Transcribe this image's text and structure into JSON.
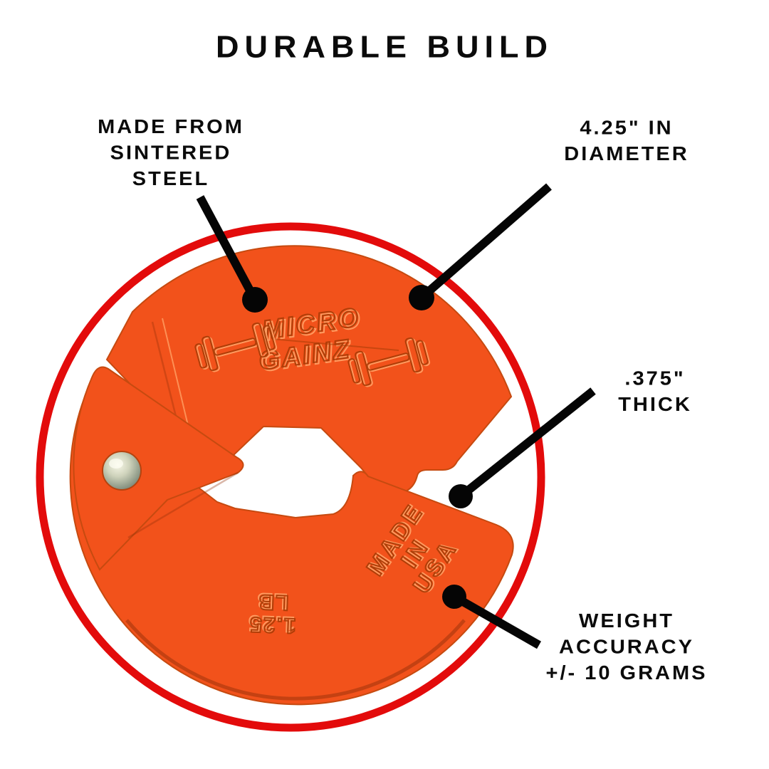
{
  "title": "DURABLE BUILD",
  "callouts": {
    "material": {
      "label": "MADE FROM\nSINTERED\nSTEEL"
    },
    "diameter": {
      "label": "4.25\" IN\nDIAMETER"
    },
    "thickness": {
      "label": ".375\"\nTHICK"
    },
    "accuracy": {
      "label": "WEIGHT\nACCURACY\n+/- 10 GRAMS"
    }
  },
  "plate": {
    "brand": {
      "line1": "MICRO",
      "line2": "GAINZ"
    },
    "origin": {
      "line1": "MADE",
      "line2": "IN",
      "line3": "USA"
    },
    "weight": {
      "value": "1.25",
      "unit": "LB"
    }
  },
  "icons": [
    "dumbbell-emboss-left-icon",
    "dumbbell-emboss-right-icon"
  ],
  "colors": {
    "plate_orange": "#f2521b",
    "ring_red": "#e30b0b",
    "callout_black": "#050505",
    "rivet_silver": "#cdd1ba"
  }
}
